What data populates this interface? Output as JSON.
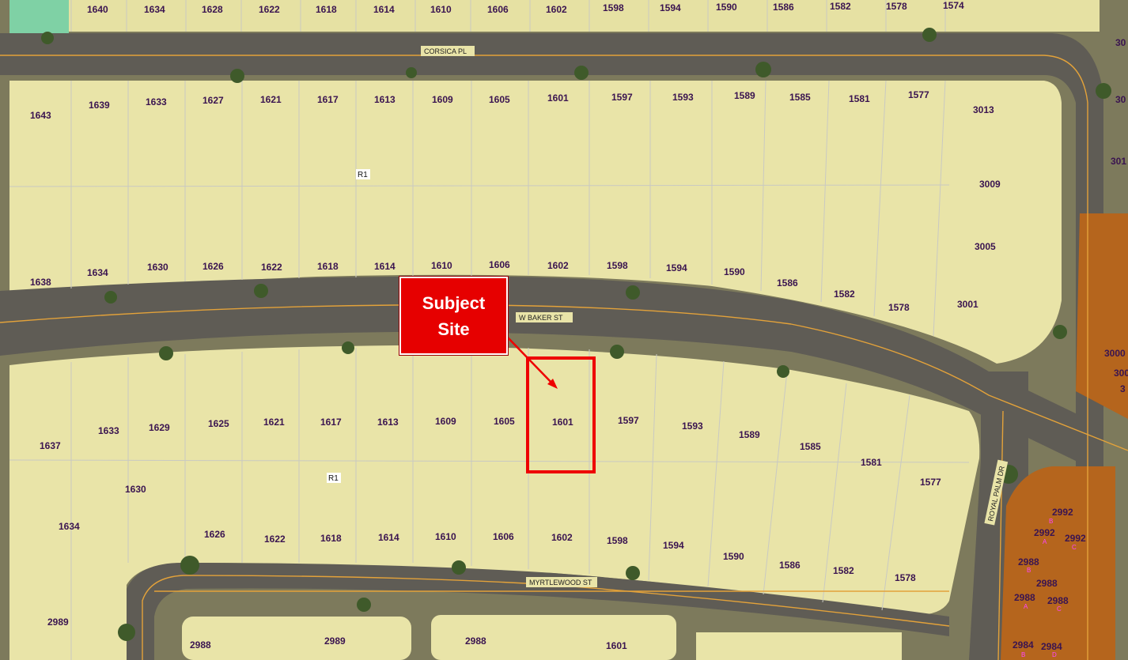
{
  "colors": {
    "parcel_fill": "#e9e4a8",
    "parcel_line": "#c9c9c2",
    "road": "#5f5c55",
    "street_centerline": "#e3a23a",
    "commercial_fill": "#b5651d",
    "callout": "#e60000"
  },
  "callout": {
    "text": "Subject\nSite"
  },
  "streets": {
    "corsica": "CORSICA PL",
    "baker": "W BAKER ST",
    "myrtlewood": "MYRTLEWOOD ST",
    "royal_palm": "ROYAL PALM DR"
  },
  "zones": {
    "north": "R1",
    "south": "R1"
  },
  "top_row": [
    "1640",
    "1634",
    "1628",
    "1622",
    "1618",
    "1614",
    "1610",
    "1606",
    "1602",
    "1598",
    "1594",
    "1590",
    "1586",
    "1582",
    "1578",
    "1574"
  ],
  "block1_north": [
    "1643",
    "1639",
    "1633",
    "1627",
    "1621",
    "1617",
    "1613",
    "1609",
    "1605",
    "1601",
    "1597",
    "1593",
    "1589",
    "1585",
    "1581",
    "1577"
  ],
  "block1_south": [
    "1638",
    "1634",
    "1630",
    "1626",
    "1622",
    "1618",
    "1614",
    "1610",
    "1606",
    "1602",
    "1598",
    "1594",
    "1590",
    "1586",
    "1582",
    "1578",
    "3001"
  ],
  "block1_east": [
    "3013",
    "3009",
    "3005"
  ],
  "block2_north": [
    "1637",
    "1633",
    "1629",
    "1625",
    "1621",
    "1617",
    "1613",
    "1609",
    "1605",
    "1601",
    "1597",
    "1593",
    "1589",
    "1585",
    "1581",
    "1577"
  ],
  "block2_south": [
    "1630",
    "1634",
    "1626",
    "1622",
    "1618",
    "1614",
    "1610",
    "1606",
    "1602",
    "1598",
    "1594",
    "1590",
    "1586",
    "1582",
    "1578"
  ],
  "bottom_row": [
    "2989",
    "2988",
    "2989",
    "2988",
    "1601"
  ],
  "right_edge": [
    "30",
    "30",
    "301",
    "3000",
    "300",
    "3"
  ],
  "commercial": [
    "2992",
    "2992",
    "2992",
    "2988",
    "2988",
    "2988",
    "2988",
    "2984",
    "2984"
  ],
  "unit_letters": [
    "B",
    "A",
    "C",
    "B",
    "A",
    "C",
    "B",
    "D"
  ]
}
